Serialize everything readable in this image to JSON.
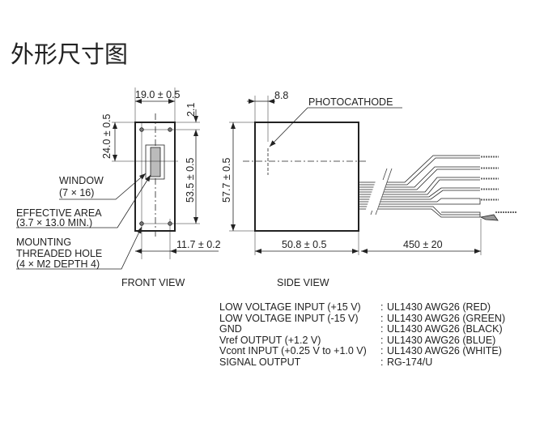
{
  "title": "外形尺寸图",
  "front_view": {
    "label": "FRONT VIEW",
    "dim_width": "19.0 ± 0.5",
    "dim_top_offset": "2.1",
    "dim_center": "24.0 ± 0.5",
    "dim_hole_pitch_v": "53.5 ± 0.5",
    "dim_hole_pitch_h": "11.7 ± 0.2",
    "window_label": "WINDOW",
    "window_size": "(7 × 16)",
    "effective_label": "EFFECTIVE AREA",
    "effective_size": "(3.7 × 13.0 MIN.)",
    "mount_label_1": "MOUNTING",
    "mount_label_2": "THREADED HOLE",
    "mount_label_3": "(4 × M2 DEPTH 4)"
  },
  "side_view": {
    "label": "SIDE VIEW",
    "dim_height": "57.7 ± 0.5",
    "dim_offset": "8.8",
    "photocathode": "PHOTOCATHODE",
    "dim_depth": "50.8 ± 0.5",
    "dim_cable": "450 ± 20"
  },
  "cables": [
    {
      "signal": "LOW VOLTAGE INPUT (+15 V)",
      "cable": "UL1430 AWG26 (RED)"
    },
    {
      "signal": "LOW VOLTAGE INPUT (-15 V)",
      "cable": "UL1430 AWG26 (GREEN)"
    },
    {
      "signal": "GND",
      "cable": "UL1430 AWG26 (BLACK)"
    },
    {
      "signal": "Vref OUTPUT (+1.2 V)",
      "cable": "UL1430 AWG26 (BLUE)"
    },
    {
      "signal": "Vcont INPUT (+0.25 V to +1.0 V)",
      "cable": "UL1430 AWG26 (WHITE)"
    },
    {
      "signal": "SIGNAL OUTPUT",
      "cable": "RG-174/U"
    }
  ],
  "separator": ":"
}
